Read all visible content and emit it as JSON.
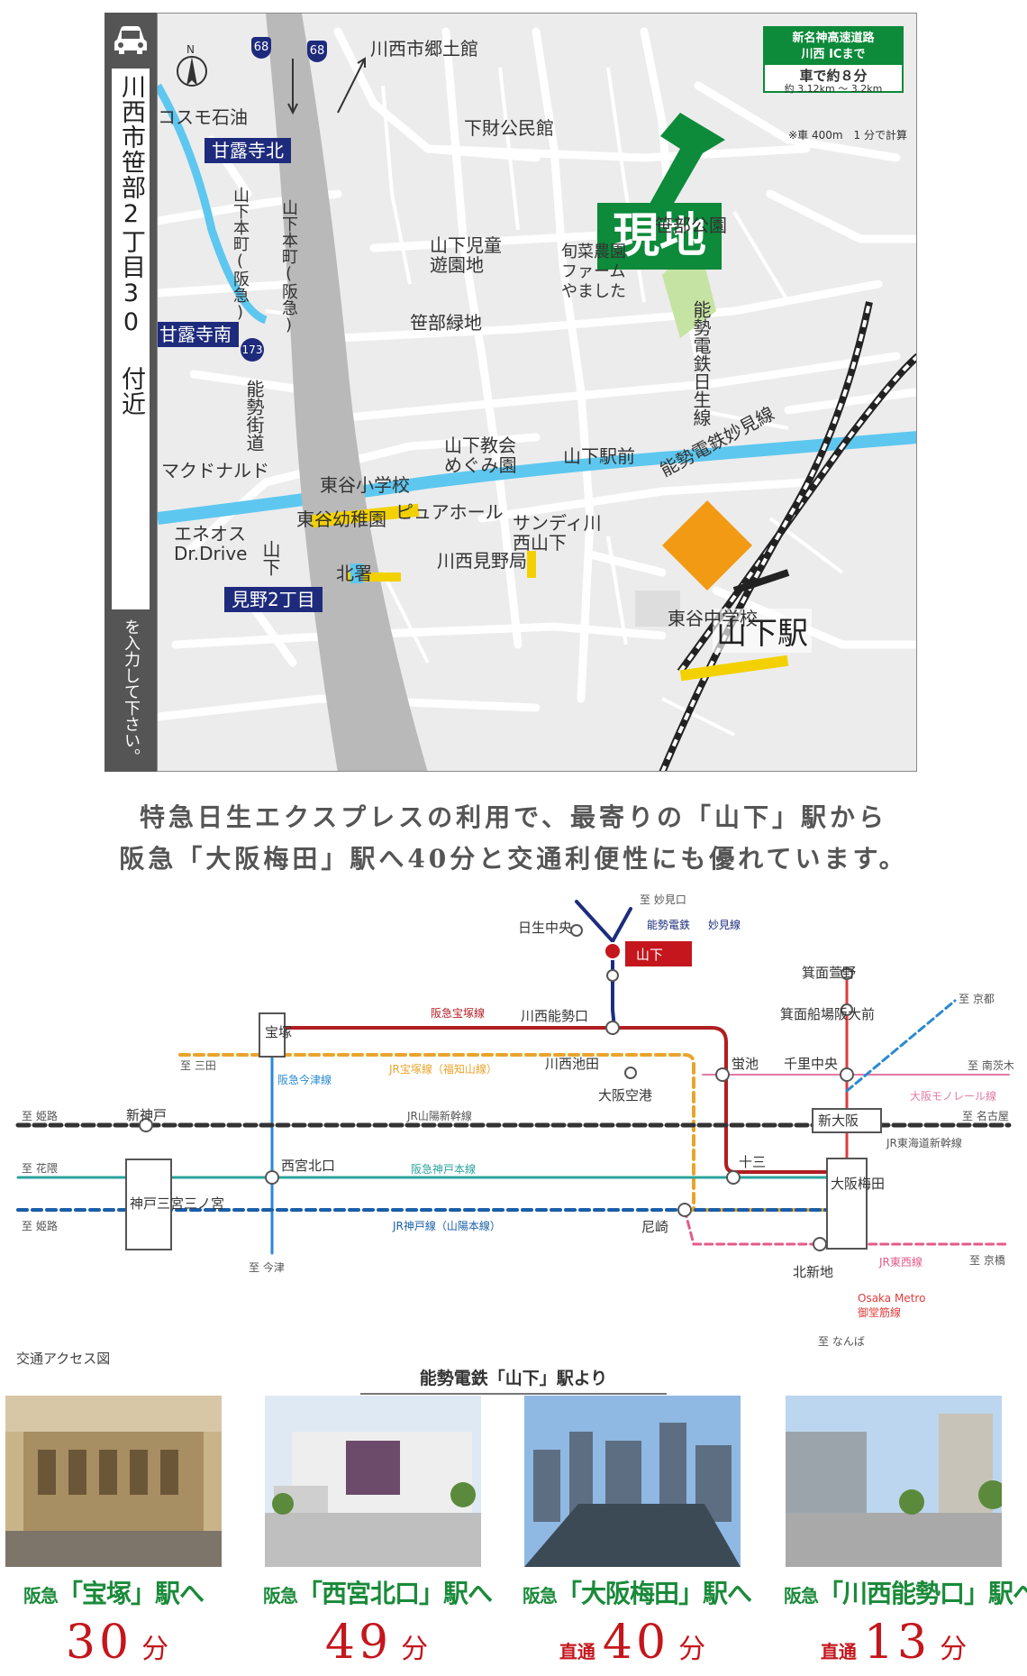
{
  "map": {
    "address": "川西市笹部2丁目30 付近",
    "enter_note": "を入力して下さい。",
    "ic_header": "新名神高速道路",
    "ic_name": "川西 ICまで",
    "ic_time": "車で約８分",
    "ic_distance": "約 3.12km 〜 3.2km",
    "ic_note": "※車 400m　1 分で計算",
    "site_label": "現地",
    "station_label": "山下駅",
    "route_shield_68": "68",
    "route_shield_173": "173",
    "north_mark": "N",
    "intersections": [
      "甘露寺北",
      "甘露寺南",
      "見野2丁目"
    ],
    "places": [
      "川西市郷土館",
      "コスモ石油",
      "下財公民館",
      "笹部公園",
      "山下児童遊園地",
      "旬菜農園ファームやました",
      "笹部緑地",
      "能勢電鉄日生線",
      "能勢街道",
      "山下本町(阪急)",
      "山下本町(阪急)",
      "マクドナルド",
      "東谷小学校",
      "山下教会めぐみ園",
      "山下駅前",
      "能勢電鉄妙見線",
      "東谷幼稚園",
      "ピュアホール",
      "サンディ川西山下",
      "エネオスDr.Drive",
      "山下",
      "川西見野局",
      "北署",
      "東谷中学校"
    ]
  },
  "headline": {
    "line1": "特急日生エクスプレスの利用で、最寄りの「山下」駅から",
    "line2": "阪急「大阪梅田」駅へ40分と交通利便性にも優れています。"
  },
  "route": {
    "caption": "交通アクセス図",
    "from_label": "能勢電鉄「山下」駅より",
    "stations": {
      "yamashita": "山下",
      "nissei": "日生中央",
      "kawanishi_noseguchi": "川西能勢口",
      "kawanishi_ikeda": "川西池田",
      "osaka_airport": "大阪空港",
      "hotarugaike": "蛍池",
      "senri_chuo": "千里中央",
      "minoh_kayano": "箕面萱野",
      "minoh_senba": "箕面船場阪大前",
      "takarazuka": "宝塚",
      "shin_kobe": "新神戸",
      "nishinomiya_kitaguchi": "西宮北口",
      "sannomiya": "神戸三宮三ノ宮",
      "juso": "十三",
      "amagasaki": "尼崎",
      "shin_osaka": "新大阪",
      "osaka_umeda": "大阪梅田",
      "kita_shinchi": "北新地"
    },
    "lines": {
      "nose": "能勢電鉄",
      "myoken": "妙見線",
      "hankyu_takarazuka": "阪急宝塚線",
      "jr_takarazuka": "JR宝塚線（福知山線）",
      "hankyu_imazu": "阪急今津線",
      "jr_sanyo_shinkansen": "JR山陽新幹線",
      "hankyu_kobe": "阪急神戸本線",
      "jr_kobe": "JR神戸線（山陽本線）",
      "monorail": "大阪モノレール線",
      "jr_tokaido_shinkansen": "JR東海道新幹線",
      "jr_tozai": "JR東西線",
      "metro_1": "Osaka Metro",
      "metro_2": "御堂筋線"
    },
    "directions": {
      "myokenguchi": "至 妙見口",
      "sanda": "至 三田",
      "himeji_1": "至 姫路",
      "hanakuma": "至 花隈",
      "himeji_2": "至 姫路",
      "imazu": "至 今津",
      "kyoto": "至 京都",
      "minami_ibaraki": "至 南茨木",
      "nagoya": "至 名古屋",
      "kyobashi": "至 京橋",
      "namba": "至 なんば"
    },
    "colors": {
      "hankyu": "#b01e23",
      "jr_takarazuka": "#e8a42c",
      "nose": "#1d2d7e",
      "imazu": "#2a8ad0",
      "hankyu_kobe": "#2aa39d",
      "jr_kobe": "#1a5ea8",
      "monorail": "#e27aa5",
      "jr_tozai": "#e35b8a",
      "metro": "#e03c3c"
    }
  },
  "destinations": [
    {
      "prefix": "阪急",
      "name": "「宝塚」駅へ",
      "direct": "",
      "time": "30",
      "unit": "分"
    },
    {
      "prefix": "阪急",
      "name": "「西宮北口」駅へ",
      "direct": "",
      "time": "49",
      "unit": "分"
    },
    {
      "prefix": "阪急",
      "name": "「大阪梅田」駅へ",
      "direct": "直通",
      "time": "40",
      "unit": "分"
    },
    {
      "prefix": "阪急",
      "name": "「川西能勢口」駅へ",
      "direct": "直通",
      "time": "13",
      "unit": "分"
    }
  ]
}
